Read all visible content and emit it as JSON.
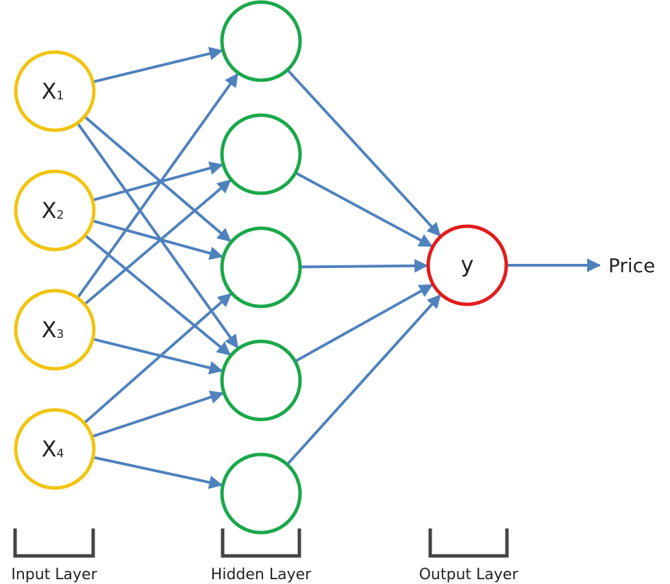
{
  "colors": {
    "edge": "#4f81bd",
    "input_stroke": "#f1c40f",
    "hidden_stroke": "#1aa84a",
    "output_stroke": "#e31b1b",
    "text": "#222222"
  },
  "input_nodes": [
    {
      "main": "X",
      "sub": "1"
    },
    {
      "main": "X",
      "sub": "2"
    },
    {
      "main": "X",
      "sub": "3"
    },
    {
      "main": "X",
      "sub": "4"
    }
  ],
  "hidden_node_count": 5,
  "output_node": {
    "label": "y"
  },
  "output_target": {
    "label": "Price"
  },
  "edges_input_to_hidden": [
    [
      0,
      0
    ],
    [
      0,
      2
    ],
    [
      0,
      3
    ],
    [
      1,
      1
    ],
    [
      1,
      2
    ],
    [
      1,
      3
    ],
    [
      2,
      0
    ],
    [
      2,
      1
    ],
    [
      2,
      3
    ],
    [
      3,
      2
    ],
    [
      3,
      3
    ],
    [
      3,
      4
    ]
  ],
  "layer_labels": {
    "input": "Input Layer",
    "hidden": "Hidden Layer",
    "output": "Output Layer"
  }
}
